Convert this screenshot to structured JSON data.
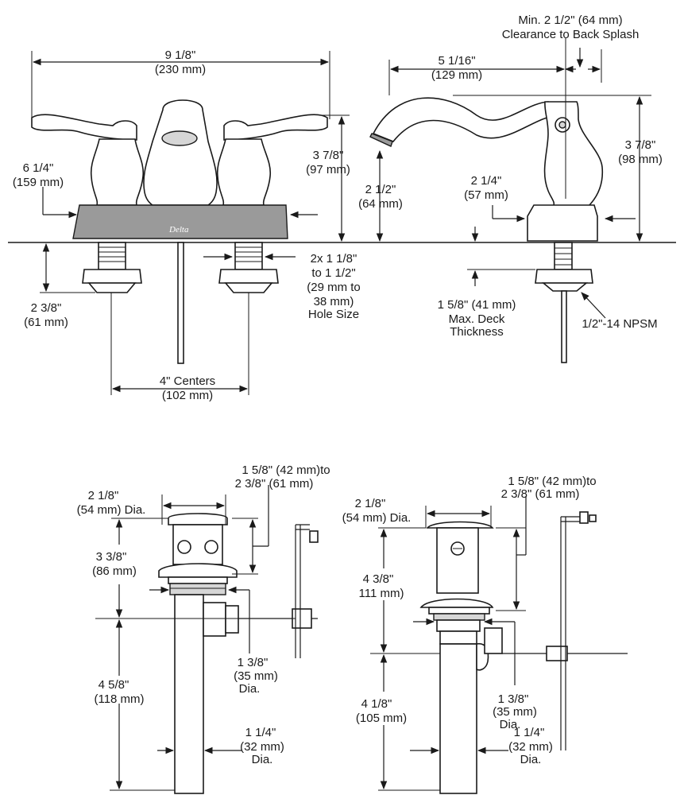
{
  "brand": "Delta",
  "faucet_front": {
    "overall_width": [
      "9 1/8\"",
      "(230 mm)"
    ],
    "handle_height": [
      "6 1/4\"",
      "(159 mm)"
    ],
    "spout_height": [
      "3 7/8\"",
      "(97 mm)"
    ],
    "below_deck": [
      "2 3/8\"",
      "(61 mm)"
    ],
    "hole_size": [
      "2x 1 1/8\"",
      "to 1 1/2\"",
      "(29 mm to",
      "38 mm)",
      "Hole Size"
    ],
    "centers": [
      "4\" Centers",
      "(102 mm)"
    ]
  },
  "faucet_side": {
    "clearance": [
      "Min. 2 1/2\" (64 mm)",
      "Clearance to Back Splash"
    ],
    "spout_reach": [
      "5 1/16\"",
      "(129 mm)"
    ],
    "spout_clearance": [
      "2 1/2\"",
      "(64 mm)"
    ],
    "base_height": [
      "2 1/4\"",
      "(57 mm)"
    ],
    "overall_height": [
      "3 7/8\"",
      "(98 mm)"
    ],
    "deck_thickness": [
      "1 5/8\" (41 mm)",
      "Max. Deck",
      "Thickness"
    ],
    "thread": "1/2\"-14 NPSM"
  },
  "drain_left": {
    "flange_dia": [
      "2 1/8\"",
      "(54 mm) Dia."
    ],
    "rod_range": [
      "1 5/8\" (42 mm)to",
      "2 3/8\" (61 mm)"
    ],
    "body_height": [
      "3 3/8\"",
      "(86 mm)"
    ],
    "tailpiece_length": [
      "4 5/8\"",
      "(118 mm)"
    ],
    "thread_dia": [
      "1 3/8\"",
      "(35 mm)",
      "Dia."
    ],
    "tail_dia": [
      "1 1/4\"",
      "(32 mm)",
      "Dia."
    ]
  },
  "drain_right": {
    "flange_dia": [
      "2 1/8\"",
      "(54 mm) Dia."
    ],
    "rod_range": [
      "1 5/8\" (42 mm)to",
      "2 3/8\" (61 mm)"
    ],
    "body_height": [
      "4 3/8\"",
      "111 mm)"
    ],
    "tailpiece_length": [
      "4 1/8\"",
      "(105 mm)"
    ],
    "thread_dia": [
      "1 3/8\"",
      "(35 mm)",
      "Dia."
    ],
    "tail_dia": [
      "1 1/4\"",
      "(32 mm)",
      "Dia."
    ]
  }
}
